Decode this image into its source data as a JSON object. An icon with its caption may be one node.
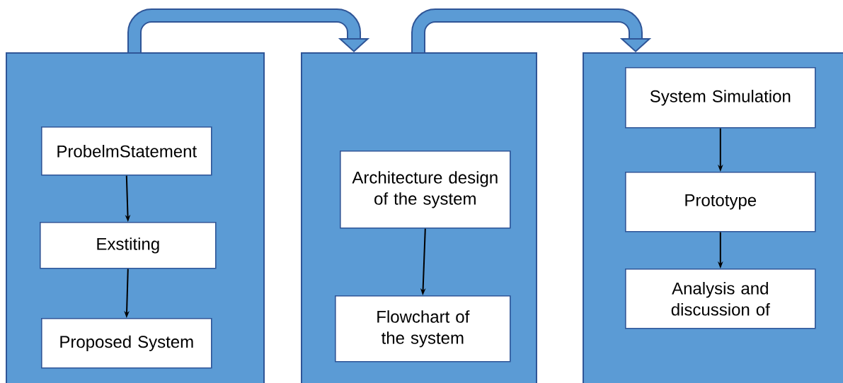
{
  "diagram": {
    "nodes": [
      {
        "text": [],
        "shape": "box"
      },
      {
        "text": [
          "ProbelmStatement"
        ],
        "in": 0
      },
      {
        "text": [
          "Exstiting"
        ],
        "in": 0
      },
      {
        "text": [
          "Proposed System"
        ],
        "in": 0
      },
      {
        "text": [],
        "shape": "box"
      },
      {
        "text": [
          "Architecture design of the system"
        ],
        "in": 4
      },
      {
        "text": [
          "Flowchart of the system"
        ],
        "in": 4
      },
      {
        "text": [],
        "shape": "box"
      },
      {
        "text": [
          "System Simulation"
        ],
        "in": 7
      },
      {
        "text": [
          "Prototype"
        ],
        "in": 7
      },
      {
        "text": [
          "Analysis and discussion of"
        ],
        "in": 7
      }
    ],
    "edges": [
      {
        "from": 0,
        "to": 4,
        "arrow": "to",
        "style": "thick",
        "color": "#2f5597"
      },
      {
        "from": 4,
        "to": 7,
        "arrow": "to",
        "style": "thick",
        "color": "#2f5597"
      },
      {
        "from": 1,
        "to": 2,
        "arrow": "to"
      },
      {
        "from": 2,
        "to": 3,
        "arrow": "to"
      },
      {
        "from": 5,
        "to": 6,
        "arrow": "to"
      },
      {
        "from": 8,
        "to": 9,
        "arrow": "to"
      },
      {
        "from": 9,
        "to": 10,
        "arrow": "to"
      }
    ]
  }
}
